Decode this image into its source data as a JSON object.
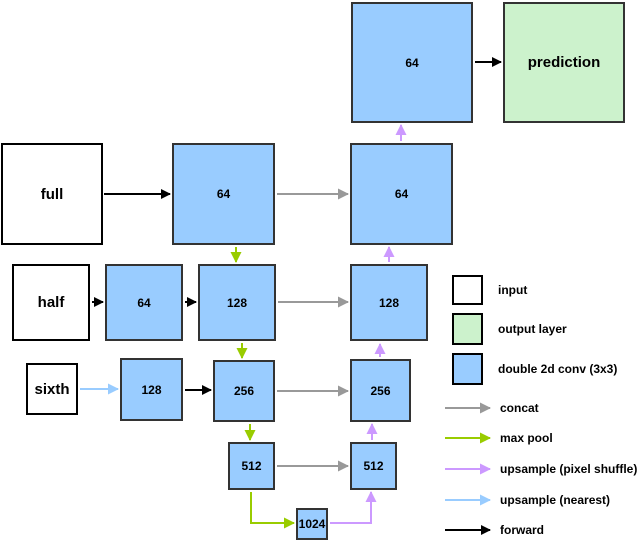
{
  "colors": {
    "node_blue": "#99ccff",
    "node_green": "#ccf2cc",
    "node_white": "#ffffff",
    "node_border": "#333333",
    "arrow_concat": "#999999",
    "arrow_max_pool": "#99cc00",
    "arrow_pixel_shuffle": "#cc99ff",
    "arrow_nearest": "#99ccff",
    "arrow_forward": "#000000"
  },
  "nodes": {
    "input_full": "full",
    "input_half": "half",
    "input_sixth": "sixth",
    "enc_full_64": "64",
    "enc_half_64": "64",
    "enc_half_128": "128",
    "enc_sixth_128": "128",
    "enc_sixth_256": "256",
    "enc_512": "512",
    "bottleneck_1024": "1024",
    "dec_512": "512",
    "dec_256": "256",
    "dec_128": "128",
    "dec_64": "64",
    "out_64": "64",
    "prediction": "prediction"
  },
  "legend": {
    "input": "input",
    "output": "output layer",
    "conv": "double 2d conv (3x3)",
    "concat": "concat",
    "max_pool": "max pool",
    "pixel_shuffle": "upsample (pixel shuffle)",
    "nearest": "upsample (nearest)",
    "forward": "forward"
  }
}
